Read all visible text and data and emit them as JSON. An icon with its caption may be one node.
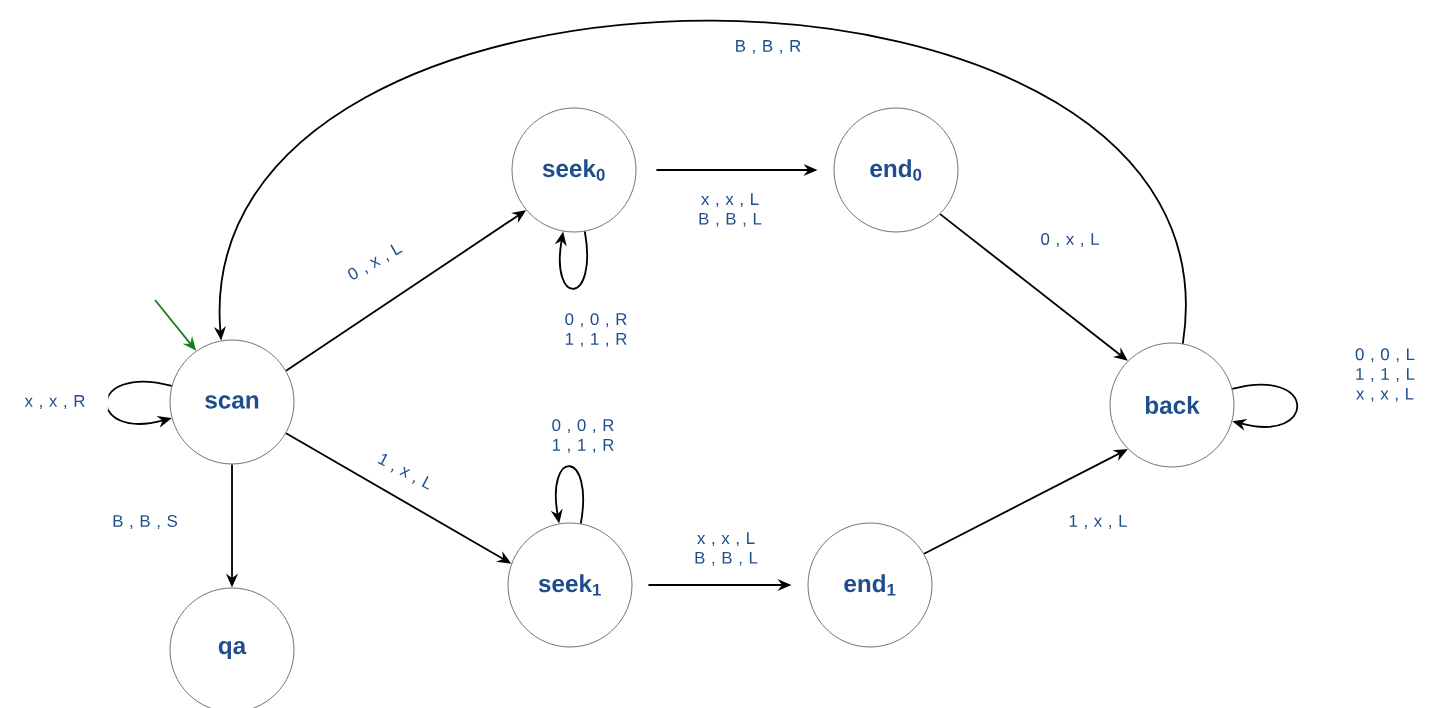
{
  "diagram": {
    "nodes": [
      {
        "text": [
          "scan"
        ]
      },
      {
        "text": [
          "qa"
        ]
      },
      {
        "text": [
          "seek$_{0}$"
        ]
      },
      {
        "text": [
          "end$_{0}$"
        ]
      },
      {
        "text": [
          "seek$_{1}$"
        ]
      },
      {
        "text": [
          "end$_{1}$"
        ]
      },
      {
        "text": [
          "back"
        ]
      }
    ],
    "edges": [
      {
        "from": null,
        "to": 0,
        "arrow": "to",
        "color": "#1a7f1a"
      },
      {
        "from": 0,
        "to": 0,
        "arrow": "to",
        "label": "x , x , R"
      },
      {
        "from": 0,
        "to": 1,
        "arrow": "to",
        "label": "B , B , S"
      },
      {
        "from": 0,
        "to": 2,
        "arrow": "to",
        "label": "0 , x , L"
      },
      {
        "from": 0,
        "to": 4,
        "arrow": "to",
        "label": "1 , x , L"
      },
      {
        "from": 2,
        "to": 2,
        "arrow": "to",
        "label": "0 , 0 , R 1 , 1 , R"
      },
      {
        "from": 2,
        "to": 3,
        "arrow": "to",
        "label": "x , x , L B , B , L"
      },
      {
        "from": 4,
        "to": 4,
        "arrow": "to",
        "label": "0 , 0 , R 1 , 1 , R"
      },
      {
        "from": 4,
        "to": 5,
        "arrow": "to",
        "label": "x , x , L B , B , L"
      },
      {
        "from": 3,
        "to": 6,
        "arrow": "to",
        "label": "0 , x , L"
      },
      {
        "from": 5,
        "to": 6,
        "arrow": "to",
        "label": "1 , x , L"
      },
      {
        "from": 6,
        "to": 6,
        "arrow": "to",
        "label": "0 , 0 , L 1 , 1 , L x , x , L"
      },
      {
        "from": 6,
        "to": 0,
        "arrow": "to",
        "label": "B , B , R"
      }
    ]
  }
}
